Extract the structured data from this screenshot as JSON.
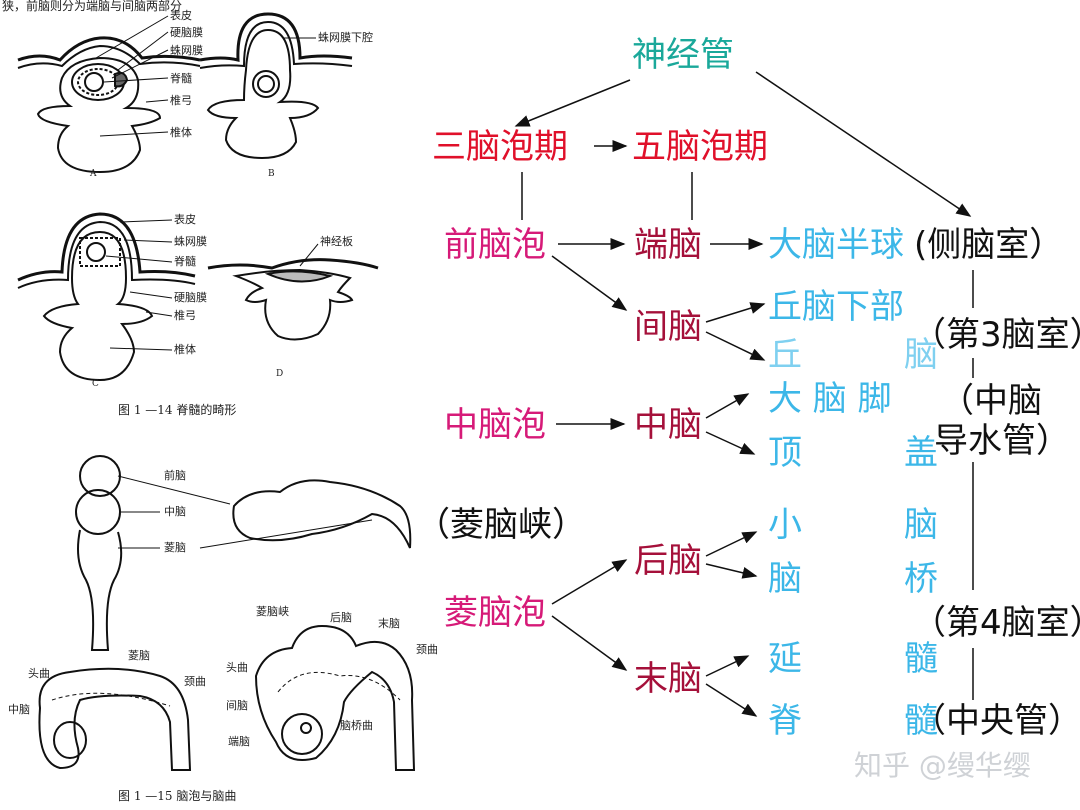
{
  "colors": {
    "teal": "#1aa89a",
    "red": "#e0102a",
    "magenta": "#d61a78",
    "crimson": "#a5103a",
    "cyan": "#3cb7e8",
    "black": "#111111"
  },
  "figure": {
    "top_partial": "狭，前脑则分为端脑与间脑两部分",
    "fig14_labels": {
      "biaopi": "表皮",
      "yingnaomo": "硬脑膜",
      "zhuwangmo": "蛛网膜",
      "jisui": "脊髓",
      "zhuigong": "椎弓",
      "zhuiti": "椎体",
      "zhuwangmoxiaqiang": "蛛网膜下腔",
      "biaopi_c": "表皮",
      "zhuwangmo_c": "蛛网膜",
      "jisui_c": "脊髓",
      "shenjingban": "神经板",
      "yingnaomo_c": "硬脑膜",
      "zhuigong_c": "椎弓",
      "zhuiti_c": "椎体",
      "A": "A",
      "B": "B",
      "C": "C",
      "D": "D"
    },
    "fig14_caption": "图 1 —14  脊髓的畸形",
    "fig15_labels": {
      "qiannao": "前脑",
      "zhongnao": "中脑",
      "lingnao": "菱脑",
      "lingnao2": "菱脑",
      "touqu": "头曲",
      "jingqu": "颈曲",
      "zhongnao2": "中脑",
      "lingnaoxia": "菱脑峡",
      "hounao": "后脑",
      "monao": "末脑",
      "touqu2": "头曲",
      "jingqu2": "颈曲",
      "jiannao": "间脑",
      "duannao": "端脑",
      "naoqiaoqu": "脑桥曲"
    },
    "fig15_caption": "图 1 —15  脑泡与脑曲"
  },
  "diagram": {
    "neural_tube": "神经管",
    "three_vesicle": "三脑泡期",
    "five_vesicle": "五脑泡期",
    "forebrain": "前脑泡",
    "midbrain_vesicle": "中脑泡",
    "isthmus": "（菱脑峡）",
    "hindbrain_vesicle": "菱脑泡",
    "telencephalon": "端脑",
    "diencephalon": "间脑",
    "mesencephalon": "中脑",
    "metencephalon": "后脑",
    "myelencephalon": "末脑",
    "cerebral_hemisphere": "大脑半球",
    "hypothalamus": "丘脑下部",
    "thalamus": "丘　　　脑",
    "cerebral_peduncle": "大  脑  脚",
    "tectum": "顶　　　盖",
    "cerebellum": "小　　　脑",
    "pons": "脑　　　桥",
    "medulla": "延　　　髓",
    "spinal_cord": "脊　　　髓",
    "lateral_ventricle": "(侧脑室）",
    "third_ventricle": "（第3脑室）",
    "aqueduct_line1": "（中脑",
    "aqueduct_line2": "导水管）",
    "fourth_ventricle": "（第4脑室）",
    "central_canal": "（中央管）"
  },
  "watermark": "知乎 @缦华缨"
}
